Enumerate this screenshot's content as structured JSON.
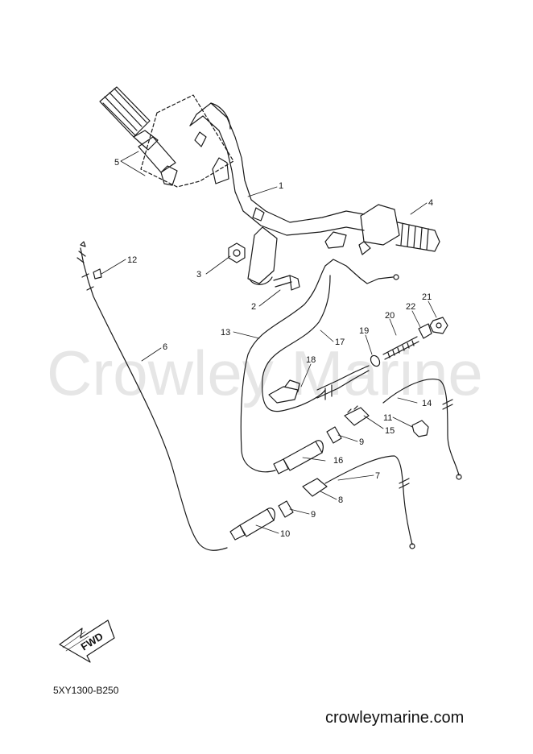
{
  "watermark": "Crowley Marine",
  "part_code": "5XY1300-B250",
  "site": "crowleymarine.com",
  "fwd_label": "FWD",
  "callouts": {
    "c1": "1",
    "c2": "2",
    "c3": "3",
    "c4": "4",
    "c5": "5",
    "c6": "6",
    "c7": "7",
    "c8": "8",
    "c9a": "9",
    "c9b": "9",
    "c10": "10",
    "c11": "11",
    "c12": "12",
    "c13": "13",
    "c14": "14",
    "c15": "15",
    "c16": "16",
    "c17": "17",
    "c18": "18",
    "c19": "19",
    "c20": "20",
    "c21": "21",
    "c22": "22"
  },
  "colors": {
    "line": "#1a1a1a",
    "watermark": "#e6e6e6",
    "background": "#ffffff"
  }
}
